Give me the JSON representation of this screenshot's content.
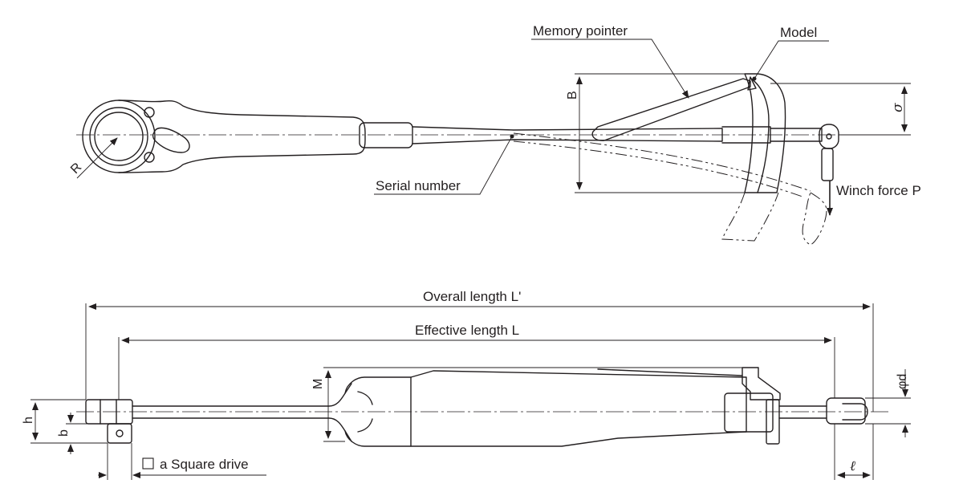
{
  "top_view": {
    "labels": {
      "memory_pointer": "Memory pointer",
      "model": "Model",
      "serial_number": "Serial number",
      "winch_force": "Winch force P"
    },
    "dimensions": {
      "R": "R",
      "B": "B",
      "sigma": "σ"
    }
  },
  "side_view": {
    "labels": {
      "overall_length": "Overall length L'",
      "effective_length": "Effective length L",
      "square_drive": "a Square drive"
    },
    "dimensions": {
      "M": "M",
      "h": "h",
      "b": "b",
      "phi_d": "φd",
      "ell": "ℓ"
    }
  }
}
